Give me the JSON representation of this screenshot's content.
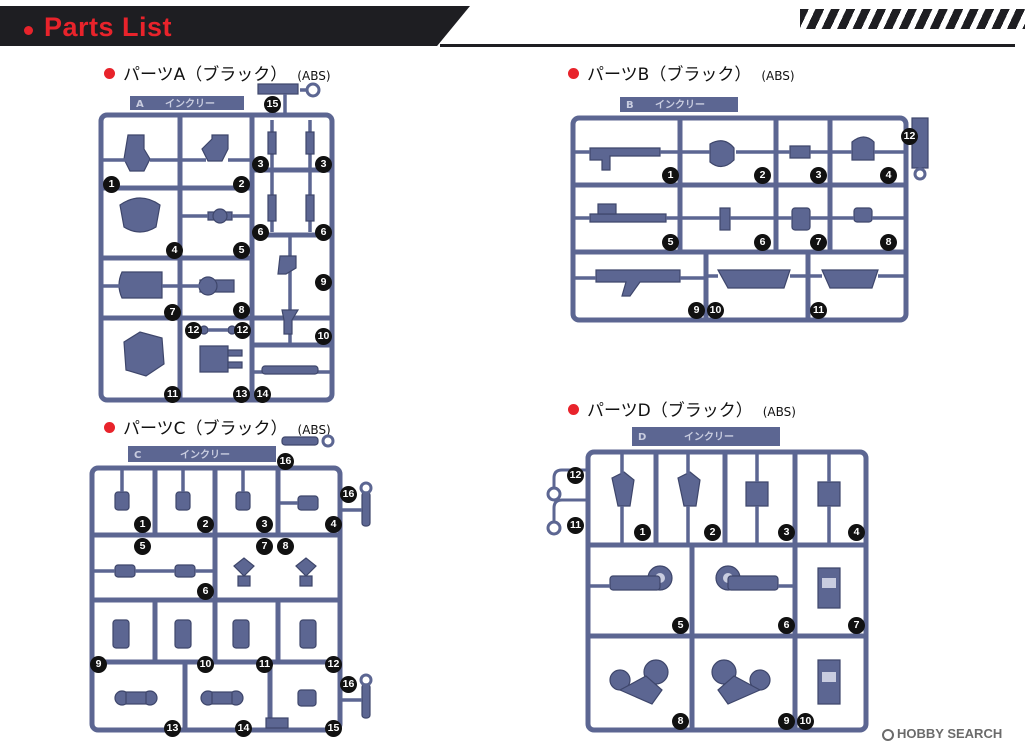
{
  "header": {
    "title": "Parts List"
  },
  "sections": {
    "a": {
      "label": "パーツA（ブラック）",
      "material": "(ABS)",
      "tag": "インクリー"
    },
    "b": {
      "label": "パーツB（ブラック）",
      "material": "(ABS)",
      "tag": "インクリー"
    },
    "c": {
      "label": "パーツC（ブラック）",
      "material": "(ABS)",
      "tag": "インクリー"
    },
    "d": {
      "label": "パーツD（ブラック）",
      "material": "(ABS)",
      "tag": "インクリー"
    }
  },
  "part_numbers": {
    "a": [
      "15",
      "3",
      "3",
      "1",
      "2",
      "6",
      "6",
      "4",
      "5",
      "9",
      "7",
      "8",
      "12",
      "12",
      "10",
      "11",
      "13",
      "14"
    ],
    "b": [
      "12",
      "1",
      "2",
      "3",
      "4",
      "5",
      "6",
      "7",
      "8",
      "9",
      "10",
      "11"
    ],
    "c": [
      "16",
      "16",
      "1",
      "2",
      "3",
      "4",
      "5",
      "7",
      "8",
      "6",
      "9",
      "10",
      "11",
      "12",
      "16",
      "13",
      "14",
      "15"
    ],
    "d": [
      "12",
      "11",
      "1",
      "2",
      "3",
      "4",
      "5",
      "6",
      "7",
      "8",
      "9",
      "10"
    ]
  },
  "colors": {
    "runner": "#5c6692",
    "runner_dark": "#3e466b",
    "accent": "#e8232b",
    "header_bg": "#1e1e22"
  },
  "watermark": "HOBBY SEARCH"
}
